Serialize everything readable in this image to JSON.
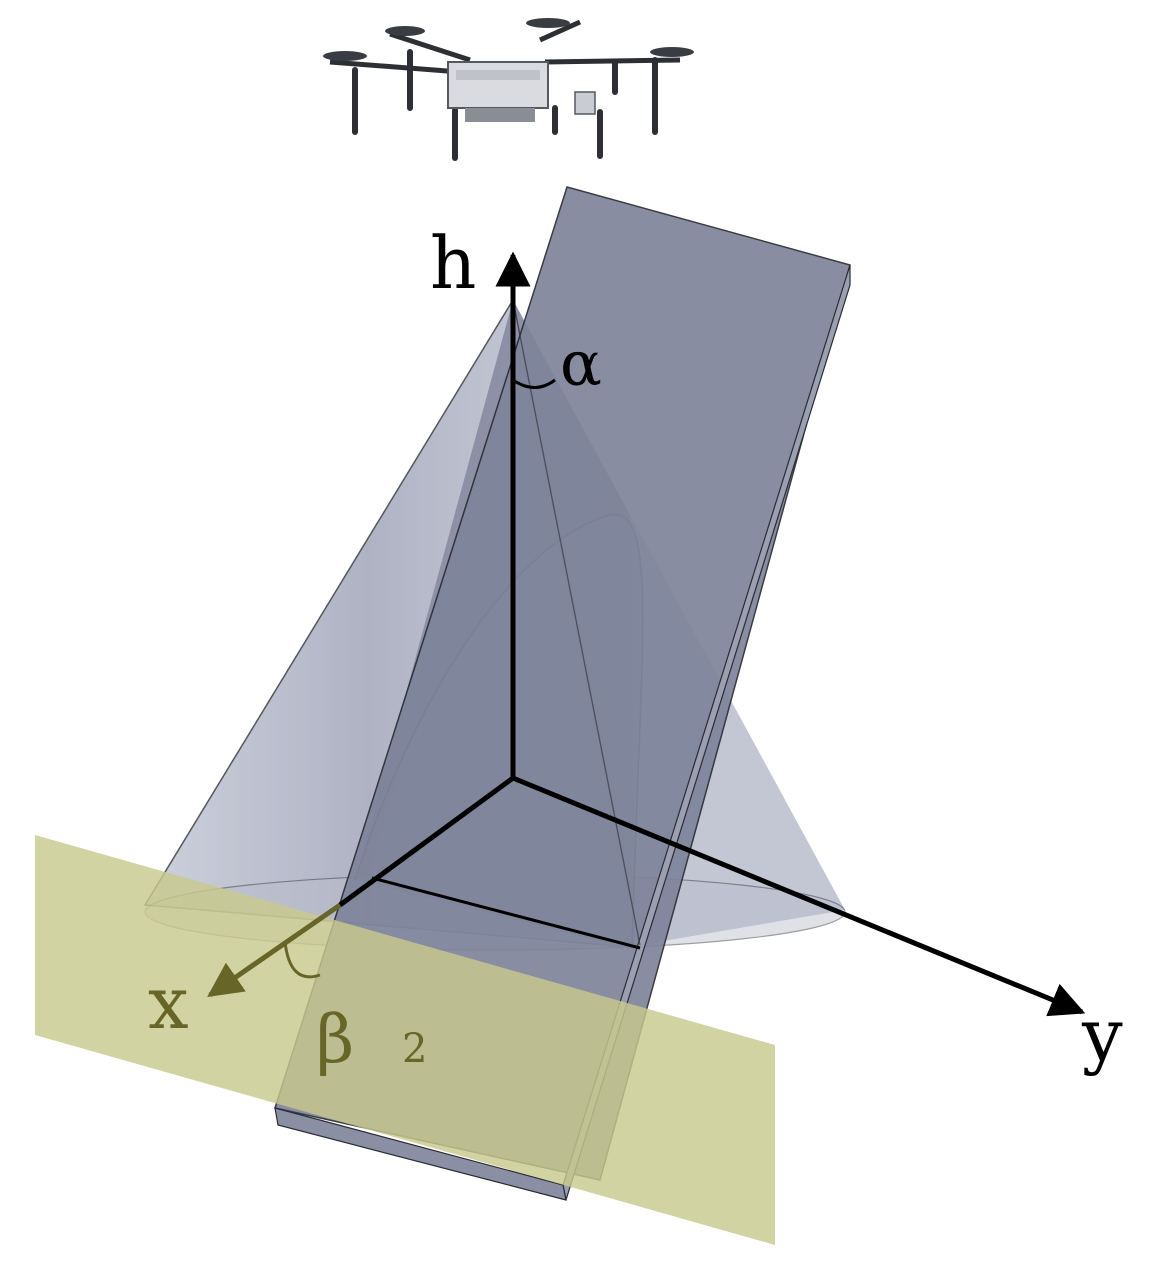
{
  "labels": {
    "h_axis": "h",
    "y_axis": "y",
    "x_axis": "x",
    "alpha": "α",
    "beta": "β",
    "beta_subscript": "2"
  },
  "colors": {
    "background": "#ffffff",
    "axis": "#000000",
    "cone_fill": "#a9aec3",
    "slab_top": "#7e849a",
    "slab_edge": "#9a9fb1",
    "ground_plane": "#c8c98e",
    "ground_label": "#676527",
    "drone_body": "#d9dbe0",
    "drone_frame": "#2d2f35"
  },
  "icons": {
    "drone": "drone-icon"
  }
}
